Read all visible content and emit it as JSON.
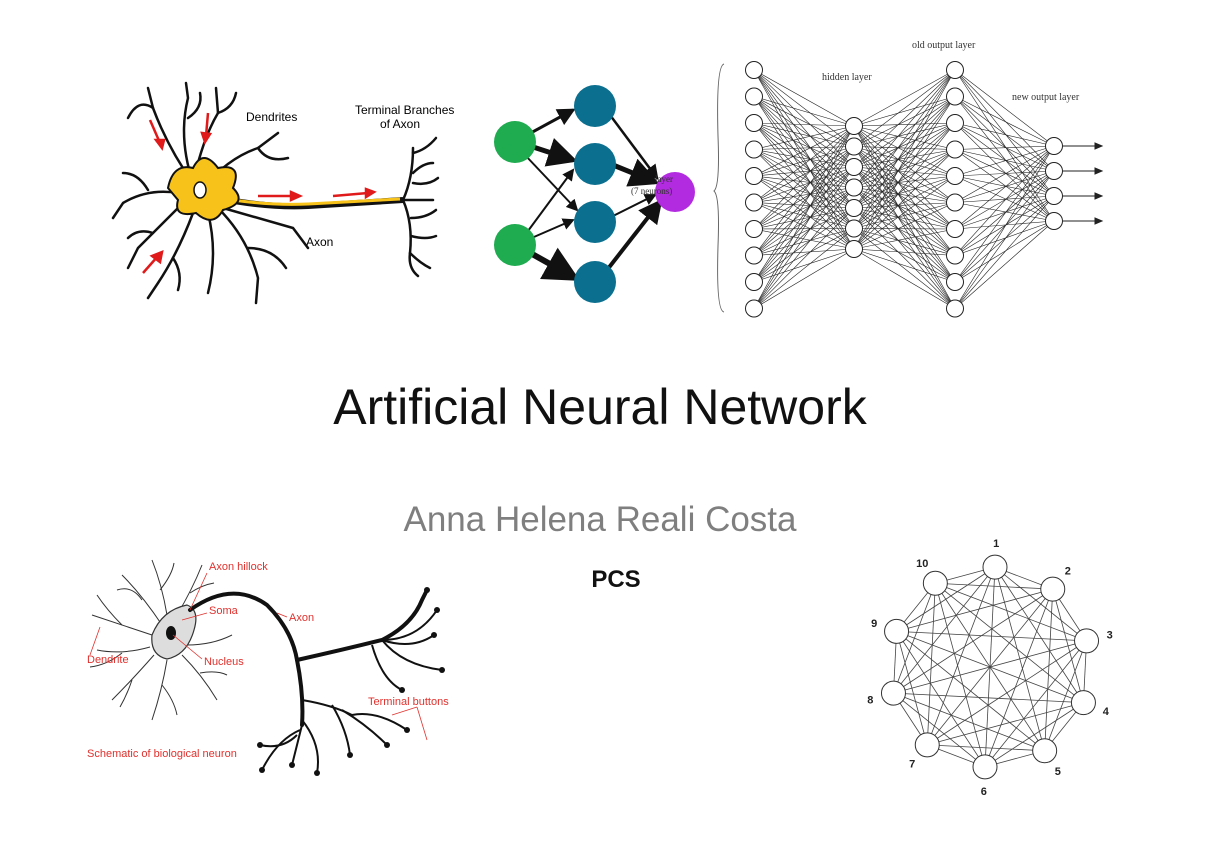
{
  "slide": {
    "title": "Artificial Neural Network",
    "author": "Anna Helena Reali Costa",
    "affiliation": "PCS"
  },
  "neuron_drawing": {
    "dendrites_label": "Dendrites",
    "terminal_label_line1": "Terminal Branches",
    "terminal_label_line2": "of Axon",
    "axon_label": "Axon",
    "body_color": "#f7c21a"
  },
  "small_network": {
    "hidden_text_line1": "layer",
    "hidden_text_line2": "(7 neurons)",
    "input_color": "#1fab4f",
    "hidden_color": "#0b6f8f",
    "output_color": "#b32be0"
  },
  "deep_network": {
    "old_output_label": "old output layer",
    "hidden_label": "hidden layer",
    "new_output_label": "new output layer"
  },
  "bio_schematic": {
    "axon_hillock": "Axon hillock",
    "soma": "Soma",
    "axon": "Axon",
    "dendrite": "Dendrite",
    "nucleus": "Nucleus",
    "terminal_buttons": "Terminal buttons",
    "caption": "Schematic of biological neuron",
    "label_color": "#e0312d"
  },
  "complete_graph": {
    "node_labels": [
      "1",
      "2",
      "3",
      "4",
      "5",
      "6",
      "7",
      "8",
      "9",
      "10"
    ]
  }
}
